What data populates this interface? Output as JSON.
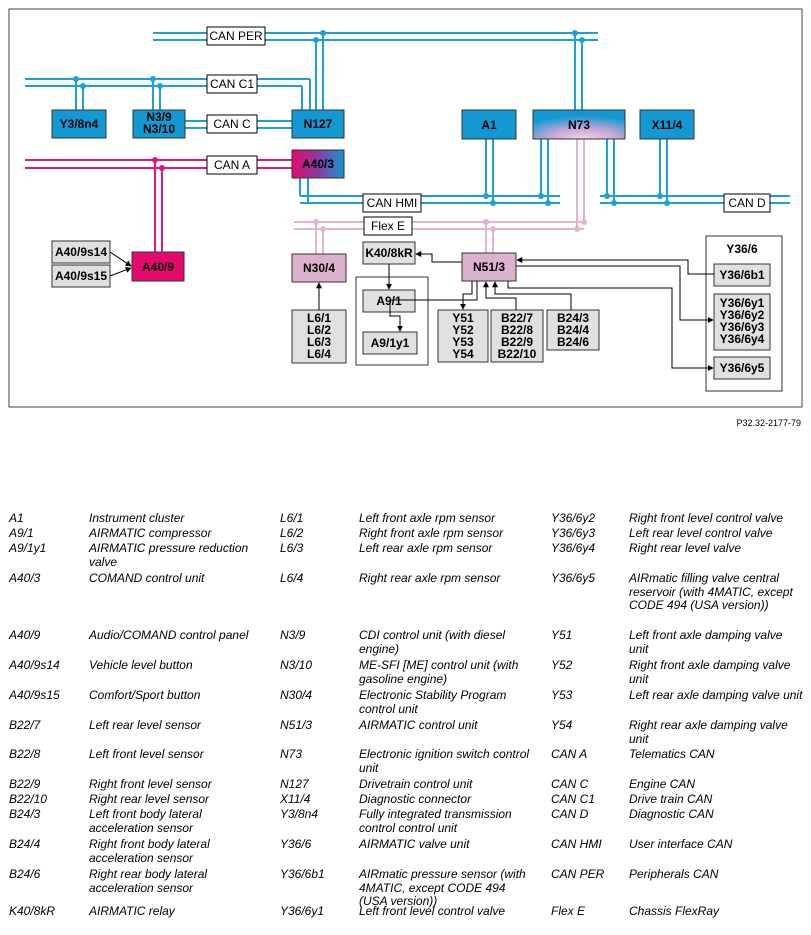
{
  "figure_ref": "P32.32-2177-79",
  "colors": {
    "can_line": "#1ea0d2",
    "can_a_line": "#e0187a",
    "flexray_line": "#e3b4cf",
    "module_blue": "#1299d3",
    "module_magenta": "#e5096e",
    "module_pink": "#dcb1ce",
    "module_gray": "#e0e0e0"
  },
  "buses": {
    "can_per": "CAN PER",
    "can_c1": "CAN C1",
    "can_c": "CAN C",
    "can_a": "CAN A",
    "can_hmi": "CAN HMI",
    "flex_e": "Flex E",
    "can_d": "CAN D"
  },
  "modules": {
    "y3_8n4": "Y3/8n4",
    "n3_9": "N3/9",
    "n3_10": "N3/10",
    "n127": "N127",
    "a40_3": "A40/3",
    "a1": "A1",
    "n73": "N73",
    "x11_4": "X11/4",
    "a40_9s14": "A40/9s14",
    "a40_9s15": "A40/9s15",
    "a40_9": "A40/9",
    "n30_4": "N30/4",
    "k40_8kr": "K40/8kR",
    "a9_1": "A9/1",
    "a9_1y1": "A9/1y1",
    "n51_3": "N51/3",
    "l6": [
      "L6/1",
      "L6/2",
      "L6/3",
      "L6/4"
    ],
    "y5x": [
      "Y51",
      "Y52",
      "Y53",
      "Y54"
    ],
    "b22": [
      "B22/7",
      "B22/8",
      "B22/9",
      "B22/10"
    ],
    "b24": [
      "B24/3",
      "B24/4",
      "B24/6"
    ],
    "y36_6": "Y36/6",
    "y36_6b1": "Y36/6b1",
    "y36_6y": [
      "Y36/6y1",
      "Y36/6y2",
      "Y36/6y3",
      "Y36/6y4"
    ],
    "y36_6y5": "Y36/6y5"
  },
  "legend": [
    [
      {
        "code": "A1",
        "desc": "Instrument cluster"
      },
      {
        "code": "A9/1",
        "desc": "AIRMATIC compressor"
      },
      {
        "code": "A9/1y1",
        "desc": "AIRMATIC pressure reduction valve"
      },
      {
        "code": "A40/3",
        "desc": "COMAND control unit"
      },
      {
        "code": "A40/9",
        "desc": "Audio/COMAND control panel"
      },
      {
        "code": "A40/9s14",
        "desc": "Vehicle level button"
      },
      {
        "code": "A40/9s15",
        "desc": "Comfort/Sport button"
      },
      {
        "code": "B22/7",
        "desc": "Left rear level sensor"
      },
      {
        "code": "B22/8",
        "desc": "Left front level sensor"
      },
      {
        "code": "B22/9",
        "desc": "Right front level sensor"
      },
      {
        "code": "B22/10",
        "desc": "Right rear level sensor"
      },
      {
        "code": "B24/3",
        "desc": "Left front body lateral acceleration sensor"
      },
      {
        "code": "B24/4",
        "desc": "Right front body lateral acceleration sensor"
      },
      {
        "code": "B24/6",
        "desc": "Right rear body lateral acceleration sensor"
      },
      {
        "code": "K40/8kR",
        "desc": "AIRMATIC relay"
      }
    ],
    [
      {
        "code": "L6/1",
        "desc": "Left front axle rpm sensor"
      },
      {
        "code": "L6/2",
        "desc": "Right front axle rpm sensor"
      },
      {
        "code": "L6/3",
        "desc": "Left rear axle rpm sensor"
      },
      {
        "code": "L6/4",
        "desc": "Right rear axle rpm sensor"
      },
      {
        "code": "N3/9",
        "desc": "CDI control unit (with diesel engine)"
      },
      {
        "code": "N3/10",
        "desc": "ME-SFI [ME] control unit (with gasoline engine)"
      },
      {
        "code": "N30/4",
        "desc": "Electronic Stability Program control unit"
      },
      {
        "code": "N51/3",
        "desc": "AIRMATIC control unit"
      },
      {
        "code": "N73",
        "desc": "Electronic ignition switch control unit"
      },
      {
        "code": "N127",
        "desc": "Drivetrain control unit"
      },
      {
        "code": "X11/4",
        "desc": "Diagnostic connector"
      },
      {
        "code": "Y3/8n4",
        "desc": "Fully integrated transmission control control unit"
      },
      {
        "code": "Y36/6",
        "desc": "AIRMATIC valve unit"
      },
      {
        "code": "Y36/6b1",
        "desc": "AIRmatic pressure sensor (with 4MATIC, except CODE 494 (USA version))"
      },
      {
        "code": "Y36/6y1",
        "desc": "Left front level control valve"
      }
    ],
    [
      {
        "code": "Y36/6y2",
        "desc": "Right front level control valve"
      },
      {
        "code": "Y36/6y3",
        "desc": "Left rear level control valve"
      },
      {
        "code": "Y36/6y4",
        "desc": "Right rear level valve"
      },
      {
        "code": "Y36/6y5",
        "desc": "AIRmatic filling valve central reservoir (with 4MATIC, except CODE 494 (USA version))"
      },
      {
        "code": "Y51",
        "desc": "Left front axle damping valve unit"
      },
      {
        "code": "Y52",
        "desc": "Right front axle damping valve unit"
      },
      {
        "code": "Y53",
        "desc": "Left rear axle damping valve unit"
      },
      {
        "code": "Y54",
        "desc": "Right rear axle damping valve unit"
      },
      {
        "code": "CAN A",
        "desc": "Telematics CAN"
      },
      {
        "code": "CAN C",
        "desc": "Engine CAN"
      },
      {
        "code": "CAN C1",
        "desc": "Drive train CAN"
      },
      {
        "code": "CAN D",
        "desc": "Diagnostic CAN"
      },
      {
        "code": "CAN HMI",
        "desc": "User interface CAN"
      },
      {
        "code": "CAN PER",
        "desc": "Peripherals CAN"
      },
      {
        "code": "Flex E",
        "desc": "Chassis FlexRay"
      }
    ]
  ]
}
